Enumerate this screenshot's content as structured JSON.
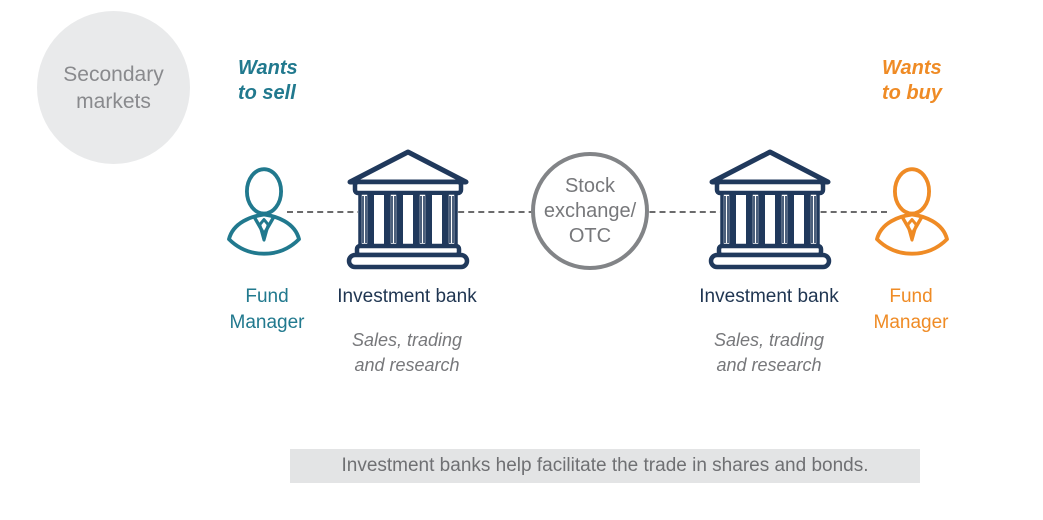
{
  "badge": {
    "label": "Secondary\nmarkets"
  },
  "seller": {
    "intent": "Wants\nto sell",
    "label": "Fund\nManager"
  },
  "buyer": {
    "intent": "Wants\nto buy",
    "label": "Fund\nManager"
  },
  "banks": [
    {
      "label": "Investment bank",
      "sub": "Sales, trading\nand research"
    },
    {
      "label": "Investment bank",
      "sub": "Sales, trading\nand research"
    }
  ],
  "exchange": {
    "label": "Stock\nexchange/\nOTC"
  },
  "caption": "Investment banks help facilitate the trade in shares and bonds.",
  "icons": {
    "seller_icon": "person-icon",
    "buyer_icon": "person-icon",
    "bank_icon": "bank-building-icon"
  },
  "colors": {
    "teal": "#21798E",
    "orange": "#EF8B25",
    "navy": "#20395C",
    "badge_bg": "#E9EAEB",
    "badge_text": "#898A8D",
    "gray_text": "#77787B",
    "caption_bg": "#E3E4E5",
    "caption_text": "#6F7073",
    "connector_gray": "#6B6B6C",
    "exchange_border": "#828487"
  }
}
